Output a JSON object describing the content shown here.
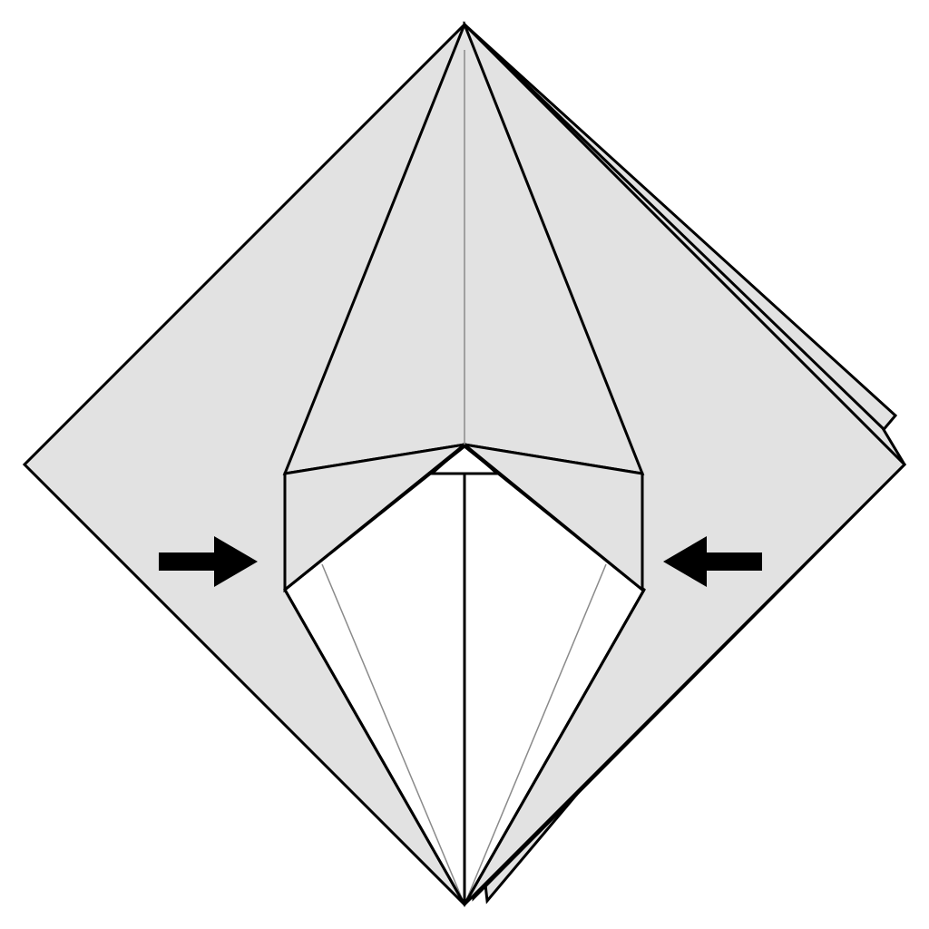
{
  "diagram": {
    "kind": "origami-step",
    "colors": {
      "paper": "#e2e2e2",
      "paper_back": "#ffffff",
      "outline": "#000000",
      "crease": "#8a8a8a",
      "arrow": "#000000"
    },
    "arrows": [
      {
        "name": "left-push-arrow",
        "direction": "right"
      },
      {
        "name": "right-push-arrow",
        "direction": "left"
      }
    ],
    "icons": [
      "arrow-right-icon",
      "arrow-left-icon"
    ]
  }
}
